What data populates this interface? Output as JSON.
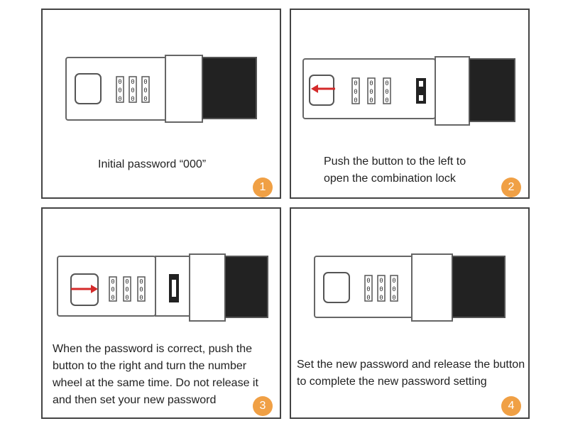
{
  "panels": [
    {
      "caption": "Initial password “000”",
      "step": "1"
    },
    {
      "caption": "Push the button to the left to open the combination lock",
      "step": "2"
    },
    {
      "caption": "When the password is correct, push the button to the right and turn the number wheel at the same time. Do not release it and then set your new password",
      "step": "3"
    },
    {
      "caption": "Set the new password and release the button to complete the new password setting",
      "step": "4"
    }
  ],
  "wheel_digits": "000",
  "colors": {
    "arrow": "#d42a2a",
    "badge": "#f0a045",
    "slider": "#222222"
  },
  "icons": [
    "button-icon",
    "arrow-left-icon",
    "arrow-right-icon",
    "number-wheel-icon",
    "latch-icon"
  ]
}
